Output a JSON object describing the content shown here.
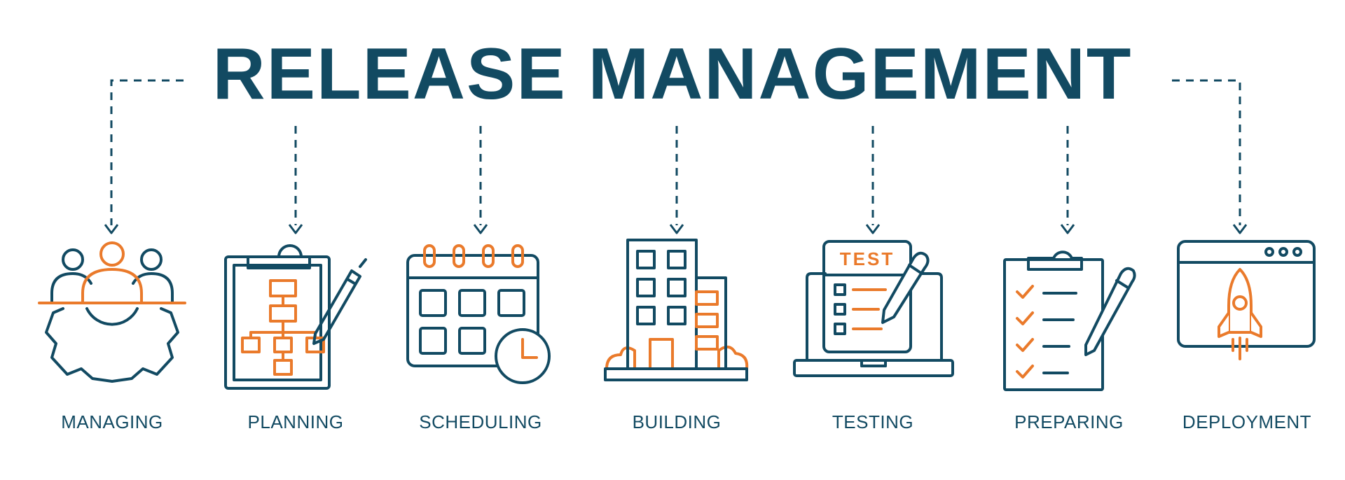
{
  "title": "RELEASE MANAGEMENT",
  "colors": {
    "primary": "#124a62",
    "accent": "#ea7a2b",
    "background": "#ffffff"
  },
  "steps": [
    {
      "label": "MANAGING",
      "icon": "team-gear-icon"
    },
    {
      "label": "PLANNING",
      "icon": "clipboard-flowchart-icon"
    },
    {
      "label": "SCHEDULING",
      "icon": "calendar-clock-icon"
    },
    {
      "label": "BUILDING",
      "icon": "office-buildings-icon"
    },
    {
      "label": "TESTING",
      "icon": "laptop-test-checklist-icon"
    },
    {
      "label": "PREPARING",
      "icon": "clipboard-checklist-icon"
    },
    {
      "label": "DEPLOYMENT",
      "icon": "browser-rocket-icon"
    }
  ],
  "icon_text": {
    "test_sheet": "TEST"
  }
}
